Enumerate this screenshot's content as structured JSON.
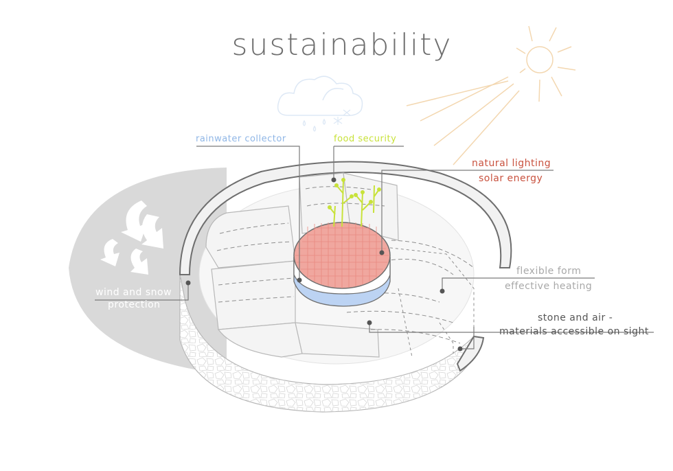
{
  "title": "sustainability",
  "colors": {
    "title": "#6e6e6e",
    "line": "#7a7a7a",
    "rain": "#8fb6e6",
    "food": "#c8e23a",
    "light": "#c9523f",
    "grey_text": "#a8a8a8",
    "dark_text": "#555555",
    "shadow": "#d9d9d9",
    "sun": "#f3d7b0",
    "cloud": "#dde8f5",
    "grid": "#e98a80",
    "water": "#bcd3f3"
  },
  "labels": {
    "rainwater": "rainwater collector",
    "food": "food security",
    "lighting": "natural lighting",
    "solar": "solar energy",
    "flexible": "flexible form",
    "heating": "effective heating",
    "stone": "stone and air -",
    "materials": "materials accessible on sight",
    "wind": "wind and snow",
    "protection": "protection"
  },
  "icons": [
    "sun-icon",
    "cloud-icon",
    "rain-drops-icon",
    "snowflake-icon",
    "wind-arrow-icon",
    "plant-icon"
  ]
}
